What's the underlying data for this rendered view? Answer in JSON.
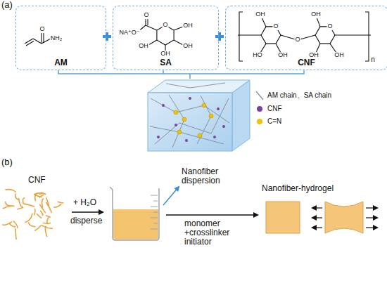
{
  "diagram": {
    "nodes": [
      {
        "text": [
          "AM"
        ]
      },
      {
        "text": [
          "SA"
        ]
      },
      {
        "text": [
          "CNF"
        ]
      }
    ],
    "labels": [
      "(a)",
      "NH₂",
      "O",
      "NA⁺O⁻",
      "O",
      "O",
      "OH",
      "OH",
      "OH",
      "OH",
      "O",
      "O",
      "O",
      "OH",
      "HO",
      "OH",
      "OH",
      "OH",
      "OH",
      "n",
      "(b)",
      "CNF",
      "+ H₂O",
      "disperse",
      "Nanofiber dispersion",
      "monomer +crosslinker initiator",
      "Nanofiber-hydrogel"
    ],
    "legend": [
      {
        "text": "AM chain、SA chain"
      },
      {
        "text": "CNF",
        "color": "#7b3fa0"
      },
      {
        "text": "C=N",
        "color": "#f2c200"
      }
    ]
  }
}
